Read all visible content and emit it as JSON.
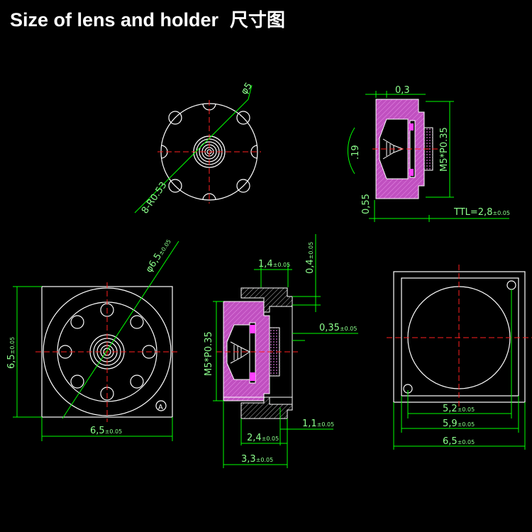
{
  "title": "Size of lens and holder",
  "title_cn": "尺寸图",
  "colors": {
    "background": "#000000",
    "outline": "#ffffff",
    "dimension": "#00ff00",
    "centerline": "#ff0000",
    "section": "#c85ac8"
  },
  "labels": {
    "lens_diameter": "φ5",
    "lens_corner_radius": "8-R0.53",
    "gap_03": "0,3",
    "fov_angle": ".19",
    "thread_side": "M5*P0.35",
    "offset_055": "0,55",
    "ttl": "TTL=2,8",
    "ttl_tol": "±0.05",
    "holder_diameter": "φ6,5",
    "holder_diameter_tol": "±0.05",
    "height_65": "6,5",
    "height_65_tol": "±0.05",
    "width_65": "6,5",
    "width_65_tol": "±0.05",
    "corner_mark": "A",
    "dim_14": "1,4",
    "dim_14_tol": "±0.05",
    "dim_04": "0,4",
    "dim_04_tol": "±0.05",
    "dim_035": "0,35",
    "dim_035_tol": "±0.05",
    "thread_section": "M5*P0.35",
    "dim_11": "1,1",
    "dim_11_tol": "±0.05",
    "dim_24": "2,4",
    "dim_24_tol": "±0.05",
    "dim_33": "3,3",
    "dim_33_tol": "±0.05",
    "dim_52": "5,2",
    "dim_52_tol": "±0.05",
    "dim_59": "5,9",
    "dim_59_tol": "±0.05",
    "dim_65b": "6,5",
    "dim_65b_tol": "±0.05"
  }
}
